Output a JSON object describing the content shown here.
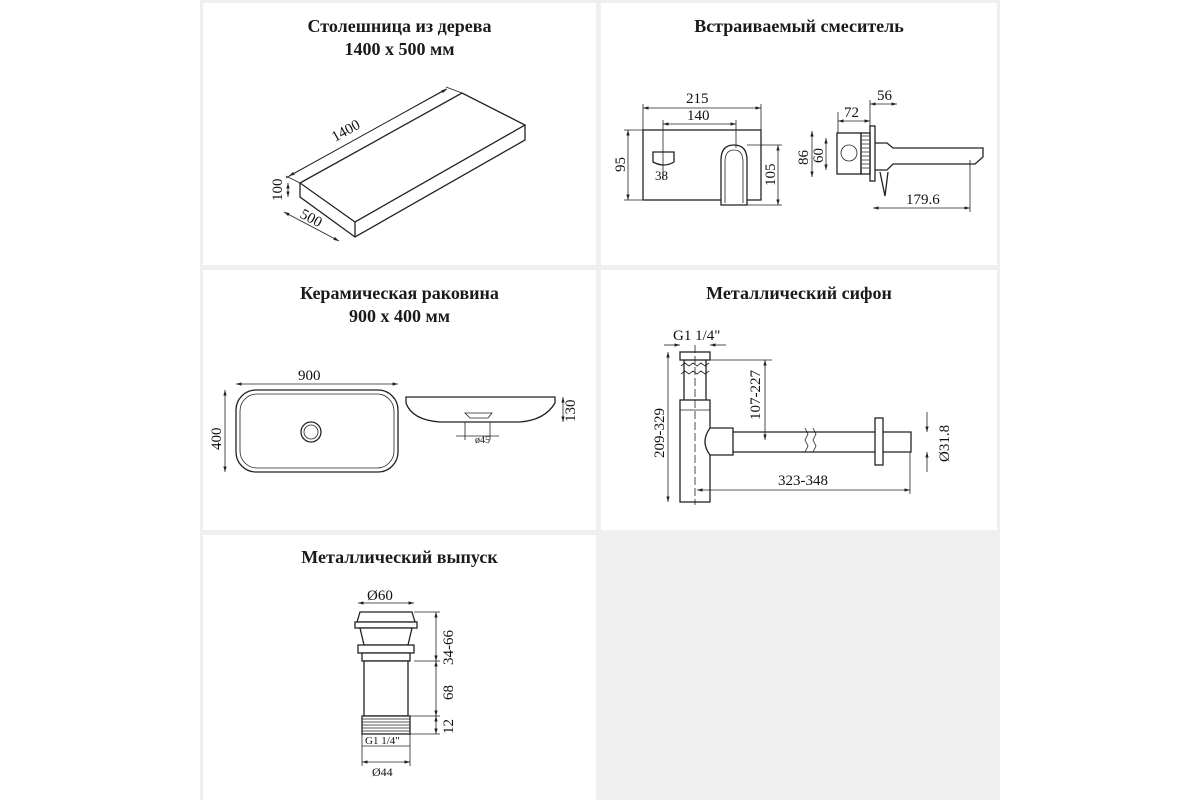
{
  "panels": [
    {
      "title_line1": "Столешница из дерева",
      "title_line2": "1400 x 500 мм",
      "dims": {
        "length": "1400",
        "height": "100",
        "width": "500"
      }
    },
    {
      "title_line1": "Встраиваемый смеситель",
      "dims": {
        "plate_width": "215",
        "spout_offset": "140",
        "plate_height": "95",
        "spout_height": "105",
        "handle": "38",
        "depth": "72",
        "spout_depth": "56",
        "body_outer": "86",
        "body_inner": "60",
        "spout_length": "179.6"
      }
    },
    {
      "title_line1": "Керамическая раковина",
      "title_line2": "900 x 400 мм",
      "dims": {
        "length": "900",
        "width": "400",
        "height": "130",
        "drain": "ø45"
      }
    },
    {
      "title_line1": "Металлический сифон",
      "dims": {
        "thread": "G1 1/4\"",
        "total_height": "209-329",
        "outlet_height": "107-227",
        "length": "323-348",
        "diameter": "Ø31.8"
      }
    },
    {
      "title_line1": "Металлический выпуск",
      "dims": {
        "top_diameter": "Ø60",
        "top_height": "34-66",
        "body_height": "68",
        "thread_height": "12",
        "thread": "G1 1/4\"",
        "bottom_diameter": "Ø44"
      }
    }
  ],
  "colors": {
    "background": "#efefef",
    "panel": "#ffffff",
    "line": "#222222"
  }
}
